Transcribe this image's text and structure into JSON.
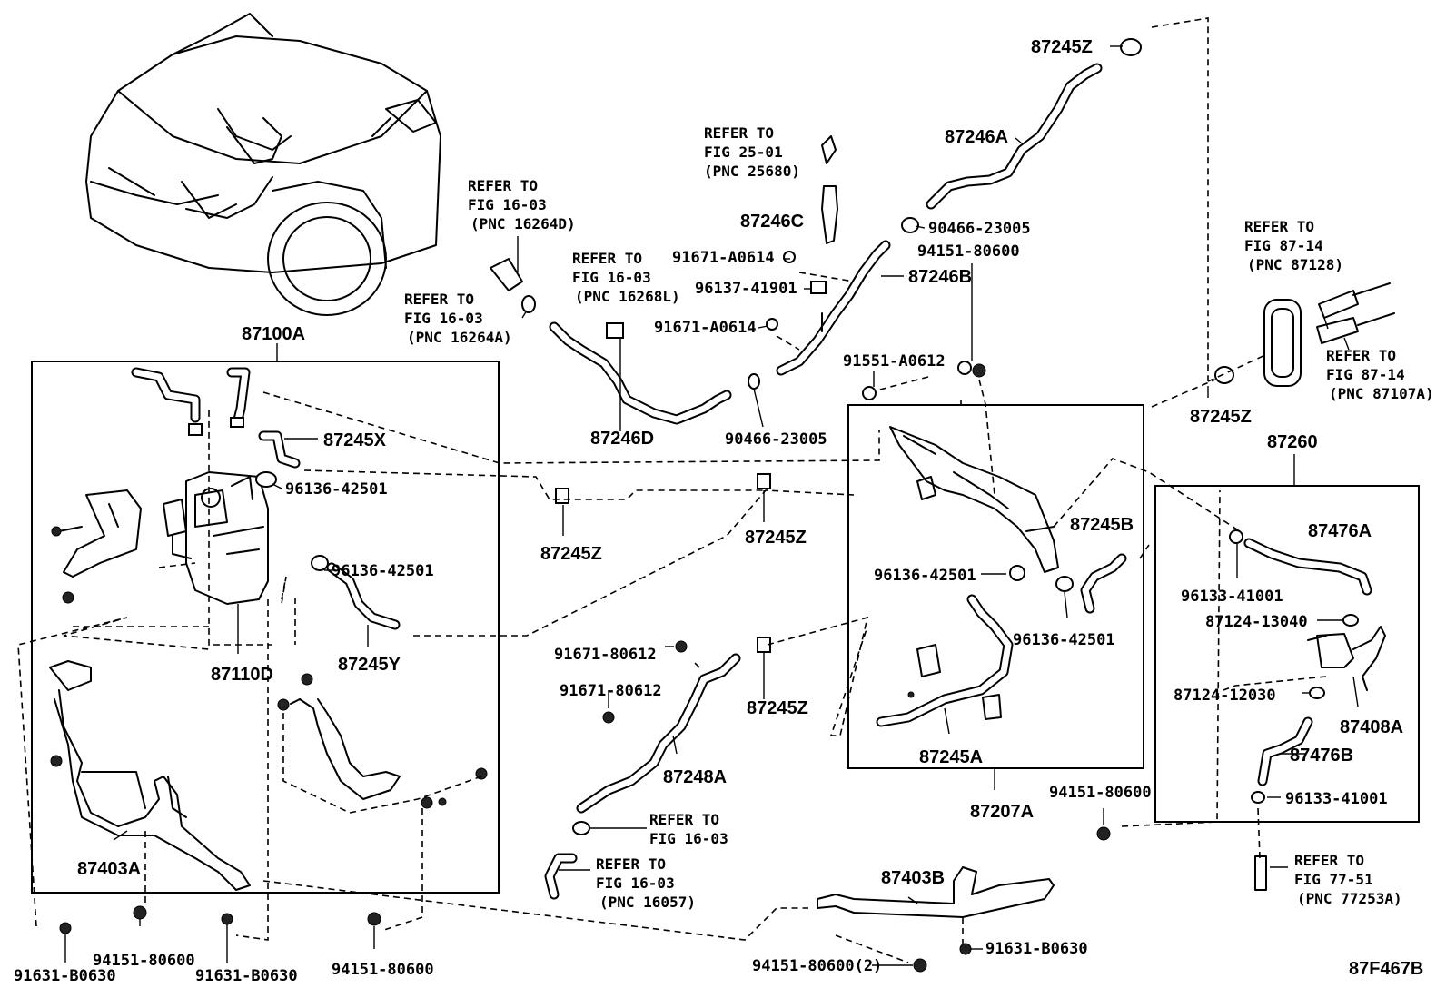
{
  "diagram": {
    "code": "87F467B",
    "labels": {
      "p87245Z_top": "87245Z",
      "p87246A": "87246A",
      "p87246C": "87246C",
      "p90466_23005_a": "90466-23005",
      "p91671_A0614_a": "91671-A0614",
      "p87246B": "87246B",
      "p96137_41901": "96137-41901",
      "p91671_A0614_b": "91671-A0614",
      "p94151_80600_a": "94151-80600",
      "p91551_A0612": "91551-A0612",
      "p87100A": "87100A",
      "p87245X": "87245X",
      "p96136_42501_a": "96136-42501",
      "p87246D": "87246D",
      "p90466_23005_b": "90466-23005",
      "p87245Z_a": "87245Z",
      "p87245Z_b": "87245Z",
      "p87245Z_right": "87245Z",
      "p87260": "87260",
      "p87245B": "87245B",
      "p96136_42501_b": "96136-42501",
      "p96136_42501_c": "96136-42501",
      "p96136_42501_d": "96136-42501",
      "p87476A": "87476A",
      "p96133_41001_a": "96133-41001",
      "p87124_13040": "87124-13040",
      "p87245Y": "87245Y",
      "p87110D": "87110D",
      "p91671_80612_a": "91671-80612",
      "p91671_80612_b": "91671-80612",
      "p87245Z_c": "87245Z",
      "p87248A": "87248A",
      "p87245A": "87245A",
      "p87124_12030": "87124-12030",
      "p87408A": "87408A",
      "p87476B": "87476B",
      "p96133_41001_b": "96133-41001",
      "p87207A": "87207A",
      "p94151_80600_b": "94151-80600",
      "p87403A": "87403A",
      "p87403B": "87403B",
      "p91631_B0630_a": "91631-B0630",
      "p91631_B0630_b": "91631-B0630",
      "p91631_B0630_c": "91631-B0630",
      "p94151_80600_c": "94151-80600",
      "p94151_80600_d": "94151-80600",
      "p94151_80600_2": "94151-80600(2)"
    },
    "refs": {
      "r25_01": [
        "REFER TO",
        "FIG 25-01",
        "(PNC 25680)"
      ],
      "r16_03_d": [
        "REFER TO",
        "FIG 16-03",
        "(PNC 16264D)"
      ],
      "r16_03_l": [
        "REFER TO",
        "FIG 16-03",
        "(PNC 16268L)"
      ],
      "r16_03_a": [
        "REFER TO",
        "FIG 16-03",
        "(PNC 16264A)"
      ],
      "r87_14_128": [
        "REFER TO",
        "FIG 87-14",
        "(PNC 87128)"
      ],
      "r87_14_107": [
        "REFER TO",
        "FIG 87-14",
        "(PNC 87107A)"
      ],
      "r16_03_plain": [
        "REFER TO",
        "FIG 16-03"
      ],
      "r16_03_057": [
        "REFER TO",
        "FIG 16-03",
        "(PNC 16057)"
      ],
      "r77_51": [
        "REFER TO",
        "FIG 77-51",
        "(PNC 77253A)"
      ]
    }
  }
}
